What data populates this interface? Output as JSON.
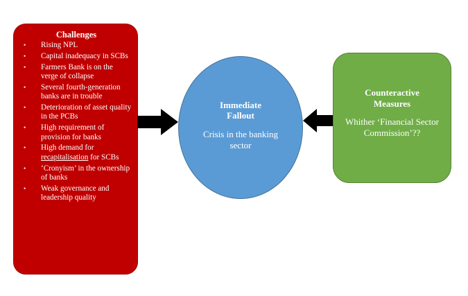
{
  "challenges": {
    "title": "Challenges",
    "items": [
      "Rising NPL",
      "Capital inadequacy in SCBs",
      "Farmers Bank is on the verge of collapse",
      "Several fourth-generation banks are in trouble",
      "Deterioration of asset quality in the PCBs",
      "High requirement of provision for banks",
      "High demand for ",
      "‘Cronyism’ in the ownership of banks",
      "Weak governance and leadership quality"
    ],
    "item7_underlined": "recapitalisation",
    "item7_tail": " for SCBs"
  },
  "fallout": {
    "title_line1": "Immediate",
    "title_line2": "Fallout",
    "body": "Crisis in the banking sector"
  },
  "counter": {
    "title_line1": "Counteractive",
    "title_line2": "Measures",
    "body": "Whither ‘Financial Sector Commission’??"
  },
  "colors": {
    "challenges_fill": "#c00000",
    "fallout_fill": "#5b9bd5",
    "counter_fill": "#70ad47",
    "arrow": "#000000"
  }
}
